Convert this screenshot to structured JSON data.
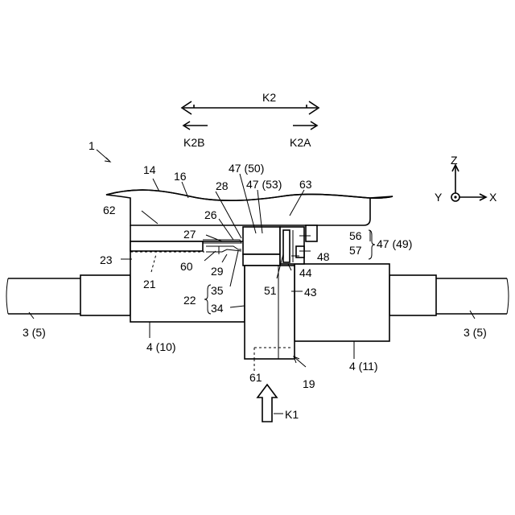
{
  "diagram": {
    "labels": {
      "ref_1": "1",
      "K2": "K2",
      "K2B": "K2B",
      "K2A": "K2A",
      "ref_14": "14",
      "ref_16": "16",
      "ref_47_50": "47 (50)",
      "ref_47_53": "47 (53)",
      "ref_28": "28",
      "ref_63": "63",
      "ref_62": "62",
      "ref_26": "26",
      "ref_27": "27",
      "ref_56": "56",
      "ref_57": "57",
      "ref_47_49": "47 (49)",
      "ref_23": "23",
      "ref_60": "60",
      "ref_29": "29",
      "ref_48": "48",
      "ref_44": "44",
      "ref_21": "21",
      "ref_35": "35",
      "ref_51": "51",
      "ref_43": "43",
      "ref_22": "22",
      "ref_34": "34",
      "ref_3_5_left": "3 (5)",
      "ref_3_5_right": "3 (5)",
      "ref_4_10": "4 (10)",
      "ref_4_11": "4 (11)",
      "ref_19": "19",
      "ref_61": "61",
      "K1": "K1",
      "axis_z": "Z",
      "axis_y": "Y",
      "axis_x": "X"
    }
  }
}
